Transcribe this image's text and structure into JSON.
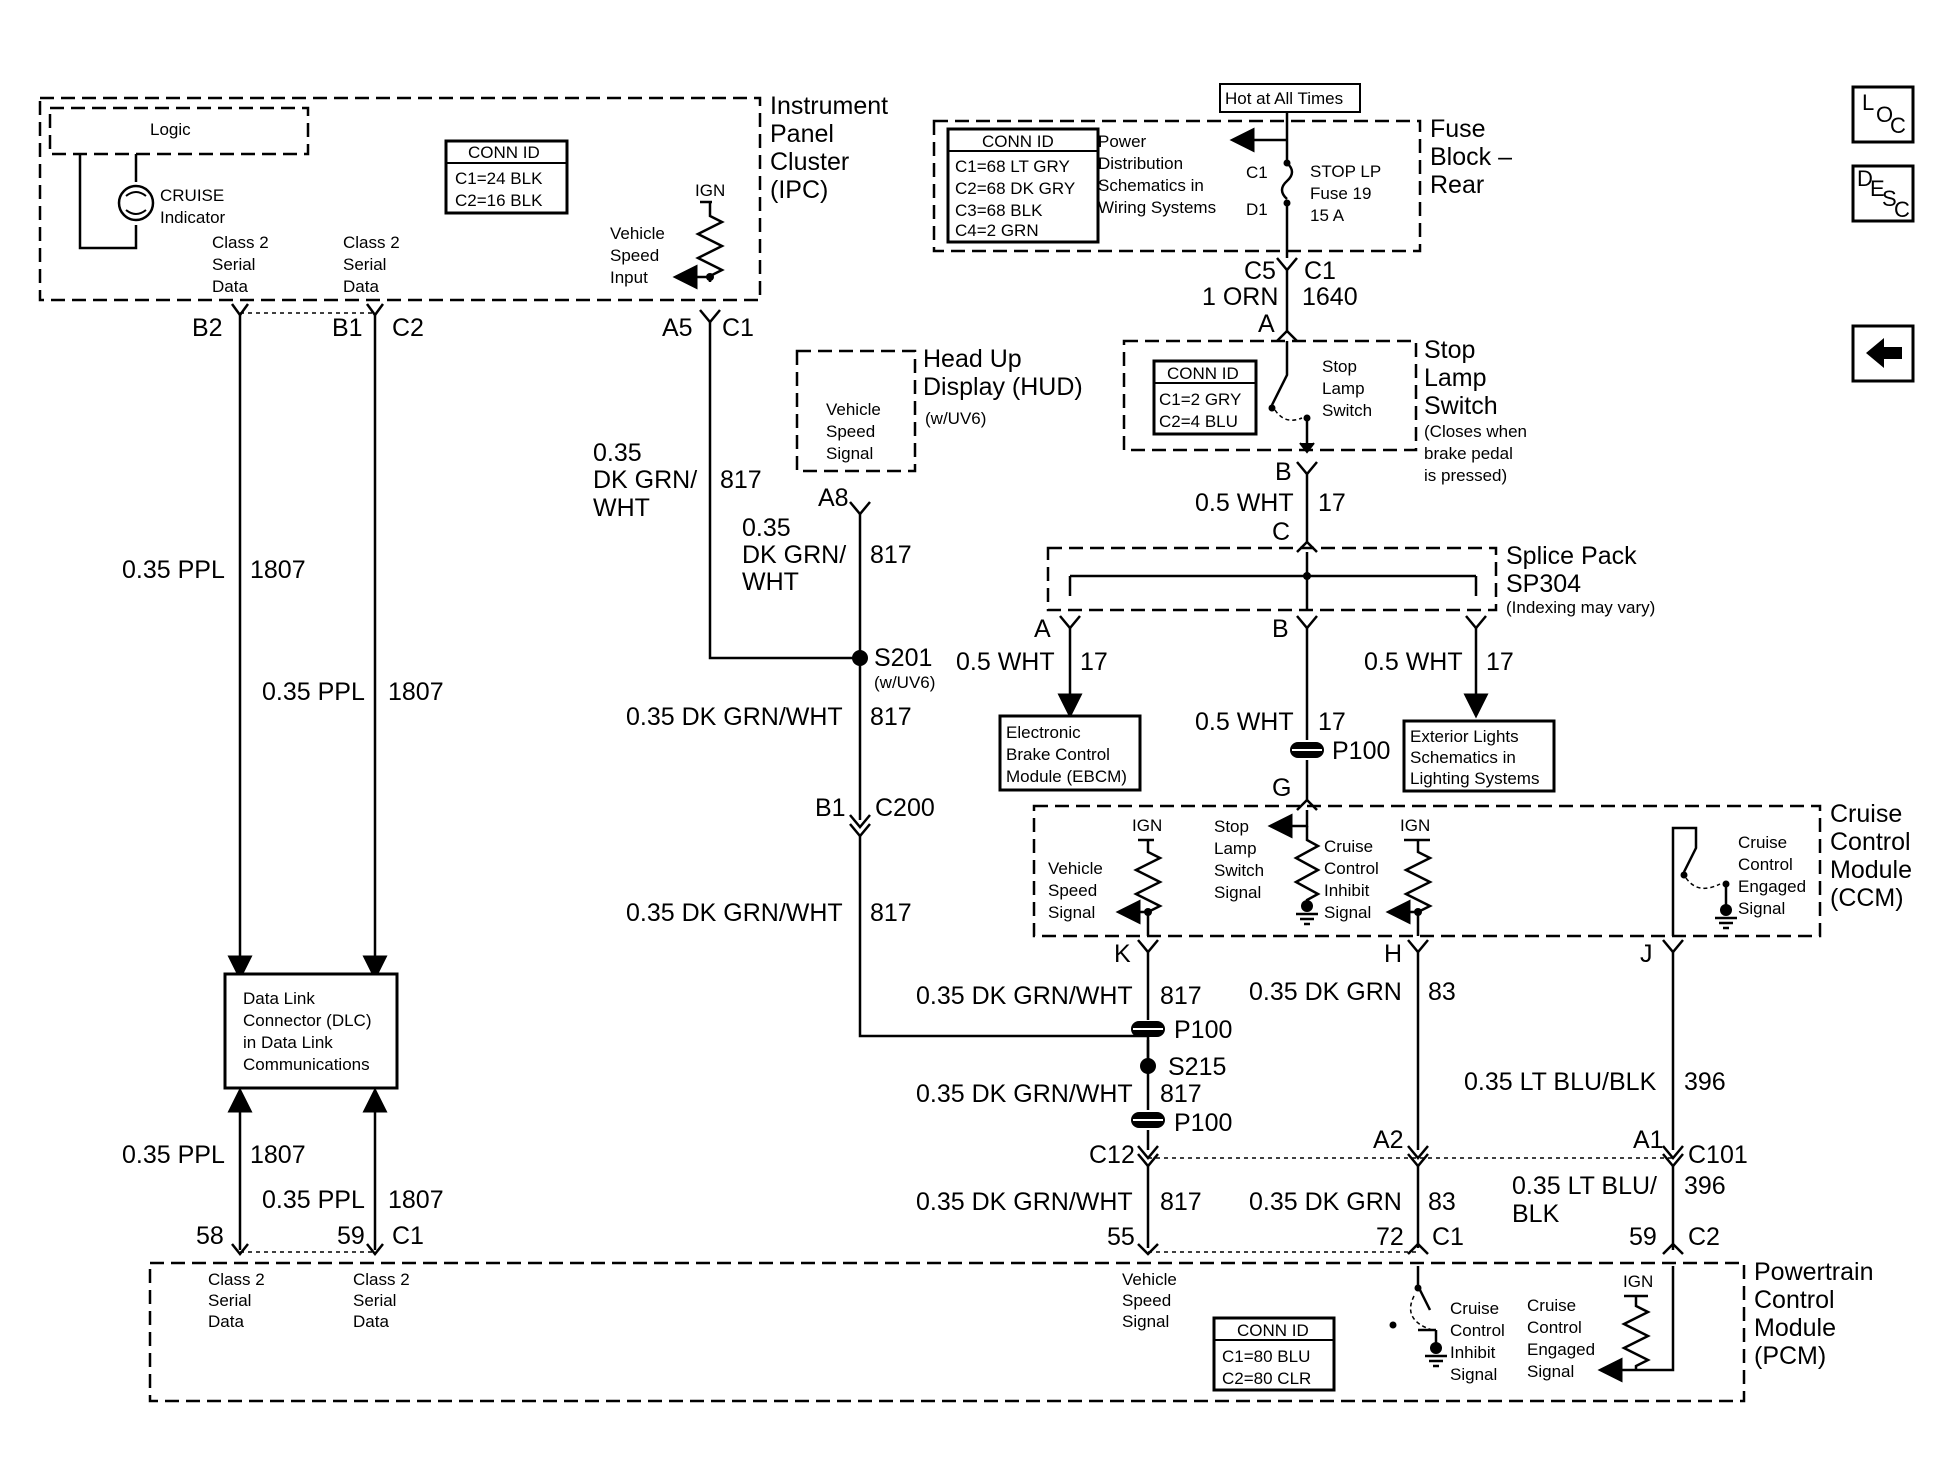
{
  "modules": {
    "ipc": {
      "l1": "Instrument",
      "l2": "Panel",
      "l3": "Cluster",
      "l4": "(IPC)",
      "logic": "Logic",
      "cruise_ind_1": "CRUISE",
      "cruise_ind_2": "Indicator",
      "conn_title": "CONN ID",
      "conn_c1": "C1=24 BLK",
      "conn_c2": "C2=16 BLK",
      "c2sd_a": [
        "Class 2",
        "Serial",
        "Data"
      ],
      "c2sd_b": [
        "Class 2",
        "Serial",
        "Data"
      ],
      "ign": "IGN",
      "vsi": [
        "Vehicle",
        "Speed",
        "Input"
      ]
    },
    "fuse": {
      "l1": "Fuse",
      "l2": "Block –",
      "l3": "Rear",
      "hot": "Hot at All Times",
      "conn_title": "CONN ID",
      "conn": [
        "C1=68 LT GRY",
        "C2=68 DK GRY",
        "C3=68 BLK",
        "C4=2 GRN"
      ],
      "power": [
        "Power",
        "Distribution",
        "Schematics in",
        "Wiring Systems"
      ],
      "c1": "C1",
      "d1": "D1",
      "fuse": [
        "STOP LP",
        "Fuse 19",
        "15 A"
      ]
    },
    "hud": {
      "l1": "Head Up",
      "l2": "Display (HUD)",
      "l3": "(w/UV6)",
      "vss": [
        "Vehicle",
        "Speed",
        "Signal"
      ]
    },
    "stop": {
      "l1": "Stop",
      "l2": "Lamp",
      "l3": "Switch",
      "note": [
        "(Closes when",
        "brake pedal",
        "is pressed)"
      ],
      "conn_title": "CONN ID",
      "conn_c1": "C1=2 GRY",
      "conn_c2": "C2=4 BLU",
      "sw": [
        "Stop",
        "Lamp",
        "Switch"
      ]
    },
    "splice": {
      "l1": "Splice Pack",
      "l2": "SP304",
      "l3": "(Indexing may vary)"
    },
    "ebcm": [
      "Electronic",
      "Brake Control",
      "Module (EBCM)"
    ],
    "ext": [
      "Exterior Lights",
      "Schematics in",
      "Lighting Systems"
    ],
    "ccm": {
      "l1": "Cruise",
      "l2": "Control",
      "l3": "Module",
      "l4": "(CCM)",
      "ign": "IGN",
      "vss": [
        "Vehicle",
        "Speed",
        "Signal"
      ],
      "sls": [
        "Stop",
        "Lamp",
        "Switch",
        "Signal"
      ],
      "cci": [
        "Cruise",
        "Control",
        "Inhibit",
        "Signal"
      ],
      "cce": [
        "Cruise",
        "Control",
        "Engaged",
        "Signal"
      ]
    },
    "dlc": [
      "Data Link",
      "Connector (DLC)",
      "in Data Link",
      "Communications"
    ],
    "pcm": {
      "l1": "Powertrain",
      "l2": "Control",
      "l3": "Module",
      "l4": "(PCM)",
      "c2sd_a": [
        "Class 2",
        "Serial",
        "Data"
      ],
      "c2sd_b": [
        "Class 2",
        "Serial",
        "Data"
      ],
      "vss": [
        "Vehicle",
        "Speed",
        "Signal"
      ],
      "conn_title": "CONN ID",
      "conn_c1": "C1=80 BLU",
      "conn_c2": "C2=80 CLR",
      "cci": [
        "Cruise",
        "Control",
        "Inhibit",
        "Signal"
      ],
      "cce": [
        "Cruise",
        "Control",
        "Engaged",
        "Signal"
      ],
      "ign": "IGN"
    }
  },
  "pins": {
    "ipc_b2": "B2",
    "ipc_b1": "B1",
    "ipc_c2": "C2",
    "ipc_a5": "A5",
    "ipc_c1": "C1",
    "hud_a8": "A8",
    "fuse_c5": "C5",
    "fuse_c1": "C1",
    "stop_a": "A",
    "stop_b": "B",
    "sp_c": "C",
    "sp_a": "A",
    "sp_b": "B",
    "ccm_g": "G",
    "ccm_k": "K",
    "ccm_h": "H",
    "ccm_j": "J",
    "b1": "B1",
    "c200": "C200",
    "c12": "C12",
    "a2": "A2",
    "a1": "A1",
    "c101": "C101",
    "pcm_58": "58",
    "pcm_59": "59",
    "pcm_c1a": "C1",
    "pcm_55": "55",
    "pcm_72": "72",
    "pcm_c1b": "C1",
    "pcm_59b": "59",
    "pcm_c2": "C2"
  },
  "wires": {
    "orn_size": "1 ORN",
    "orn_ckt": "1640",
    "wht17": "0.5 WHT",
    "ckt17": "17",
    "dkgrnwht": "0.35 DK GRN/WHT",
    "dkgrnwht_a": "0.35",
    "dkgrnwht_b": "DK GRN/",
    "dkgrnwht_c": "WHT",
    "ckt817": "817",
    "ppl": "0.35 PPL",
    "ckt1807": "1807",
    "dkgrn": "0.35 DK GRN",
    "ckt83": "83",
    "ltblublk": "0.35 LT BLU/BLK",
    "ltblu_a": "0.35 LT BLU/",
    "ltblu_b": "BLK",
    "ckt396": "396"
  },
  "splices": {
    "s201": "S201",
    "s201_note": "(w/UV6)",
    "s215": "S215",
    "p100": "P100"
  },
  "nav": {
    "loc_l": "L",
    "loc_o": "O",
    "loc_c": "C",
    "desc_d": "D",
    "desc_e": "E",
    "desc_s": "S",
    "desc_c": "C",
    "back_label": "back-arrow"
  }
}
